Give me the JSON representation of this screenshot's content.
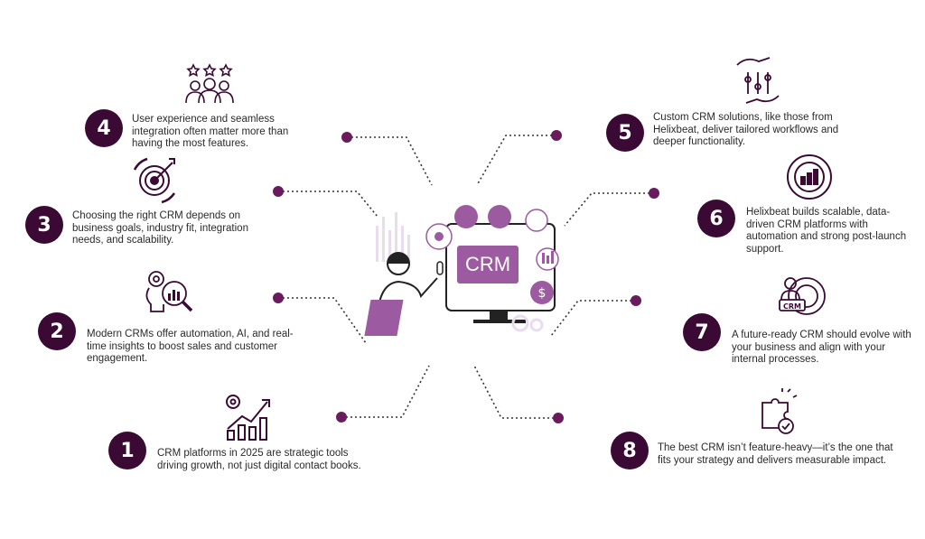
{
  "center": {
    "label": "CRM"
  },
  "items": [
    {
      "num": "1",
      "text": "CRM platforms in 2025 are strategic tools driving growth, not just digital contact books.",
      "icon": "growth-chart-icon"
    },
    {
      "num": "2",
      "text": "Modern CRMs offer automation, AI, and real-time insights to boost sales and customer engagement.",
      "icon": "insight-magnifier-icon"
    },
    {
      "num": "3",
      "text": "Choosing the right CRM depends on business goals, industry fit, integration needs, and scalability.",
      "icon": "target-icon"
    },
    {
      "num": "4",
      "text": "User experience and seamless integration often matter more than having the most features.",
      "icon": "users-rating-icon"
    },
    {
      "num": "5",
      "text": "Custom CRM solutions, like those from Helixbeat, deliver tailored workflows and deeper functionality.",
      "icon": "hand-controls-icon"
    },
    {
      "num": "6",
      "text": "Helixbeat builds scalable, data-driven CRM platforms with automation and strong post-launch support.",
      "icon": "analytics-circle-icon"
    },
    {
      "num": "7",
      "text": "A future-ready CRM should evolve with your business and align with your internal processes.",
      "icon": "crm-gear-icon"
    },
    {
      "num": "8",
      "text": "The best CRM isn’t feature-heavy—it’s the one that fits your strategy and delivers measurable impact.",
      "icon": "puzzle-check-icon"
    }
  ],
  "colors": {
    "badge": "#3b0a34",
    "dot": "#6a1b5e",
    "accent": "#9c5aa0",
    "light": "#d9bfe0"
  }
}
